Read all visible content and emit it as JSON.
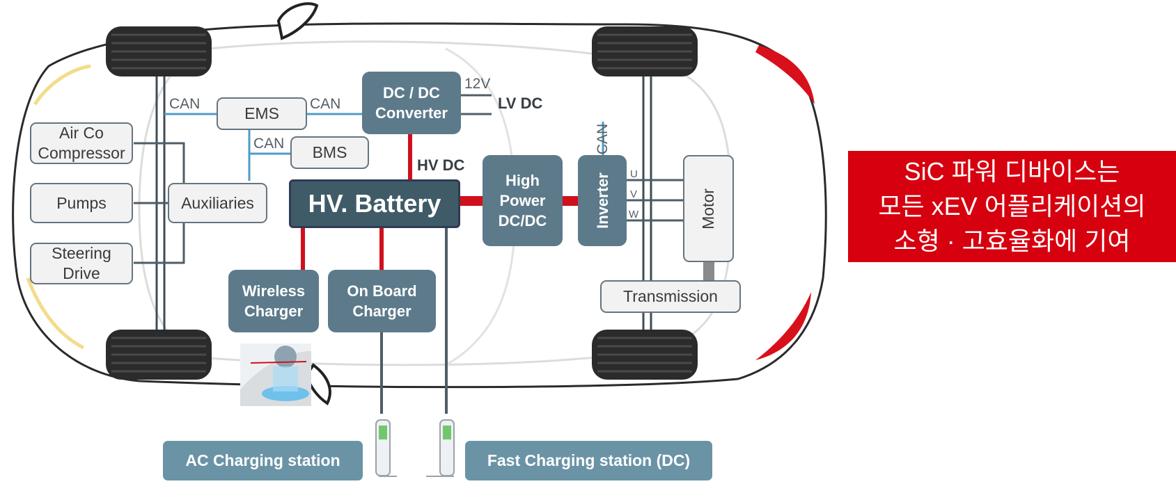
{
  "diagram": {
    "boxes": {
      "air_co": "Air Co\nCompressor",
      "pumps": "Pumps",
      "steering": "Steering\nDrive",
      "auxiliaries": "Auxiliaries",
      "ems": "EMS",
      "bms": "BMS",
      "dcdc": "DC / DC\nConverter",
      "battery": "HV. Battery",
      "high_power": "High\nPower\nDC/DC",
      "inverter": "Inverter",
      "motor": "Motor",
      "transmission": "Transmission",
      "wireless": "Wireless\nCharger",
      "onboard": "On Board\nCharger"
    },
    "labels": {
      "can_1": "CAN",
      "can_2": "CAN",
      "can_3": "CAN",
      "can_4": "CAN",
      "v12": "12V",
      "lv_dc": "LV DC",
      "hv_dc": "HV DC",
      "u": "U",
      "v": "V",
      "w": "W"
    },
    "stations": {
      "ac": "AC Charging station",
      "dc": "Fast Charging station (DC)"
    }
  },
  "banner": "SiC 파워 디바이스는\n모든 xEV 어플리케이션의\n소형 · 고효율화에 기여",
  "colors": {
    "hv_line": "#d0101c",
    "can_line": "#4f9bc9",
    "dark_box": "#5c7a8a",
    "battery": "#405b68",
    "banner": "#d6000f",
    "station": "#6a93a6"
  }
}
